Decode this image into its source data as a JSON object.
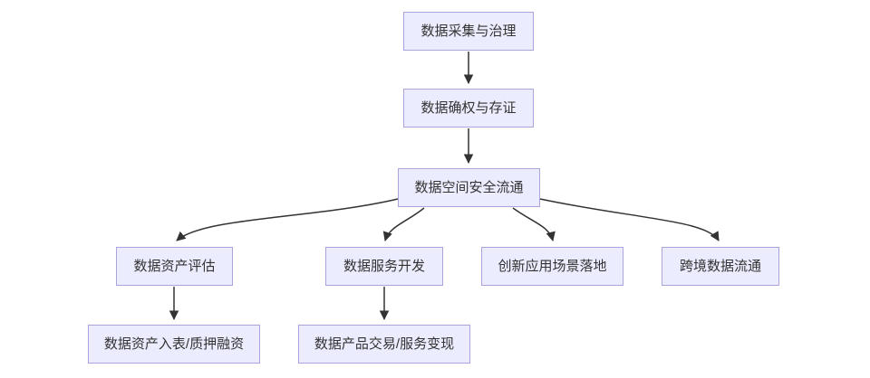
{
  "diagram": {
    "type": "flowchart",
    "direction": "top-down",
    "nodes": [
      {
        "id": "A",
        "label": "数据采集与治理"
      },
      {
        "id": "B",
        "label": "数据确权与存证"
      },
      {
        "id": "C",
        "label": "数据空间安全流通"
      },
      {
        "id": "D",
        "label": "数据资产评估"
      },
      {
        "id": "E",
        "label": "数据服务开发"
      },
      {
        "id": "F",
        "label": "创新应用场景落地"
      },
      {
        "id": "G",
        "label": "跨境数据流通"
      },
      {
        "id": "H",
        "label": "数据资产入表/质押融资"
      },
      {
        "id": "I",
        "label": "数据产品交易/服务变现"
      }
    ],
    "edges": [
      {
        "from": "A",
        "to": "B"
      },
      {
        "from": "B",
        "to": "C"
      },
      {
        "from": "C",
        "to": "D"
      },
      {
        "from": "C",
        "to": "E"
      },
      {
        "from": "C",
        "to": "F"
      },
      {
        "from": "C",
        "to": "G"
      },
      {
        "from": "D",
        "to": "H"
      },
      {
        "from": "E",
        "to": "I"
      }
    ]
  },
  "colors": {
    "node_fill": "#ECECFF",
    "node_border": "#aaa3dd",
    "edge": "#333333",
    "text": "#333333",
    "background": "#ffffff"
  }
}
